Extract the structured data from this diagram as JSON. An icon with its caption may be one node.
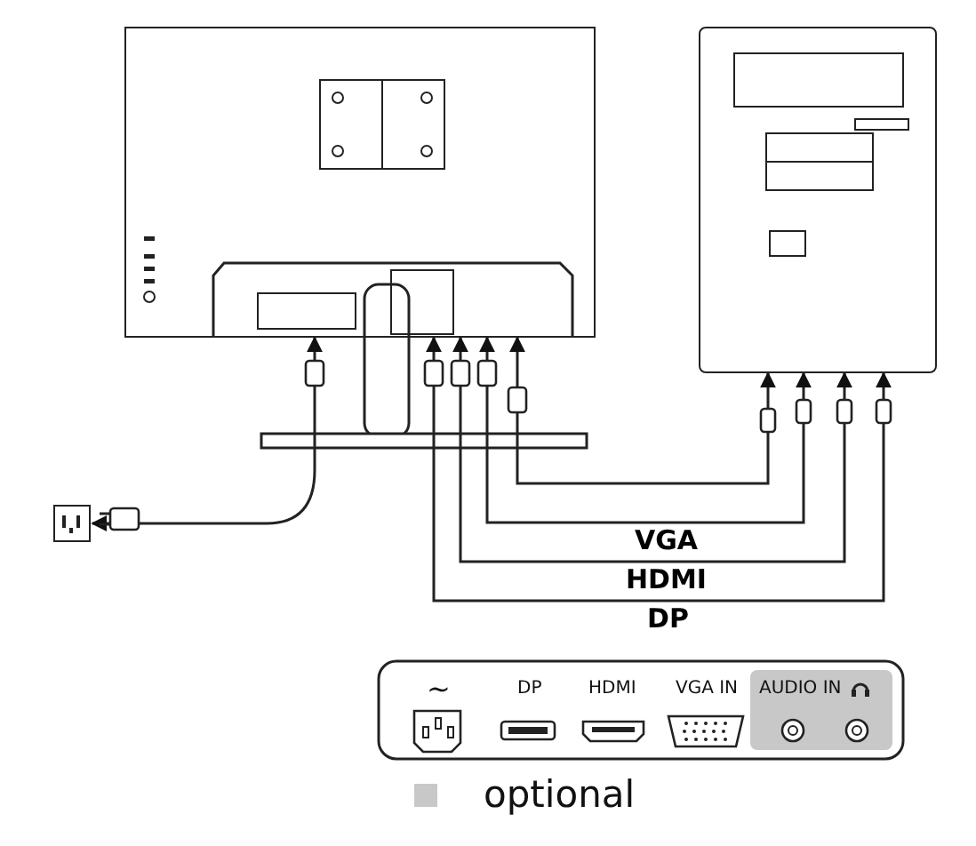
{
  "diagram": {
    "nodes": [
      {
        "text": [],
        "shape": "monitor"
      },
      {
        "text": [],
        "shape": "computer"
      },
      {
        "text": [],
        "shape": "outlet"
      }
    ],
    "edges": [
      {
        "from": 0,
        "to": 2,
        "arrow": "both"
      },
      {
        "from": 0,
        "to": 1,
        "arrow": "both"
      },
      {
        "from": 0,
        "to": 1,
        "label": "VGA",
        "arrow": "both"
      },
      {
        "from": 0,
        "to": 1,
        "label": "HDMI",
        "arrow": "both"
      },
      {
        "from": 0,
        "to": 1,
        "label": "DP",
        "arrow": "both"
      }
    ],
    "labels": [
      "~",
      "DP",
      "HDMI",
      "VGA IN",
      "AUDIO IN"
    ],
    "legend": [
      {
        "text": "optional",
        "color": "#c8c8c8"
      }
    ]
  }
}
